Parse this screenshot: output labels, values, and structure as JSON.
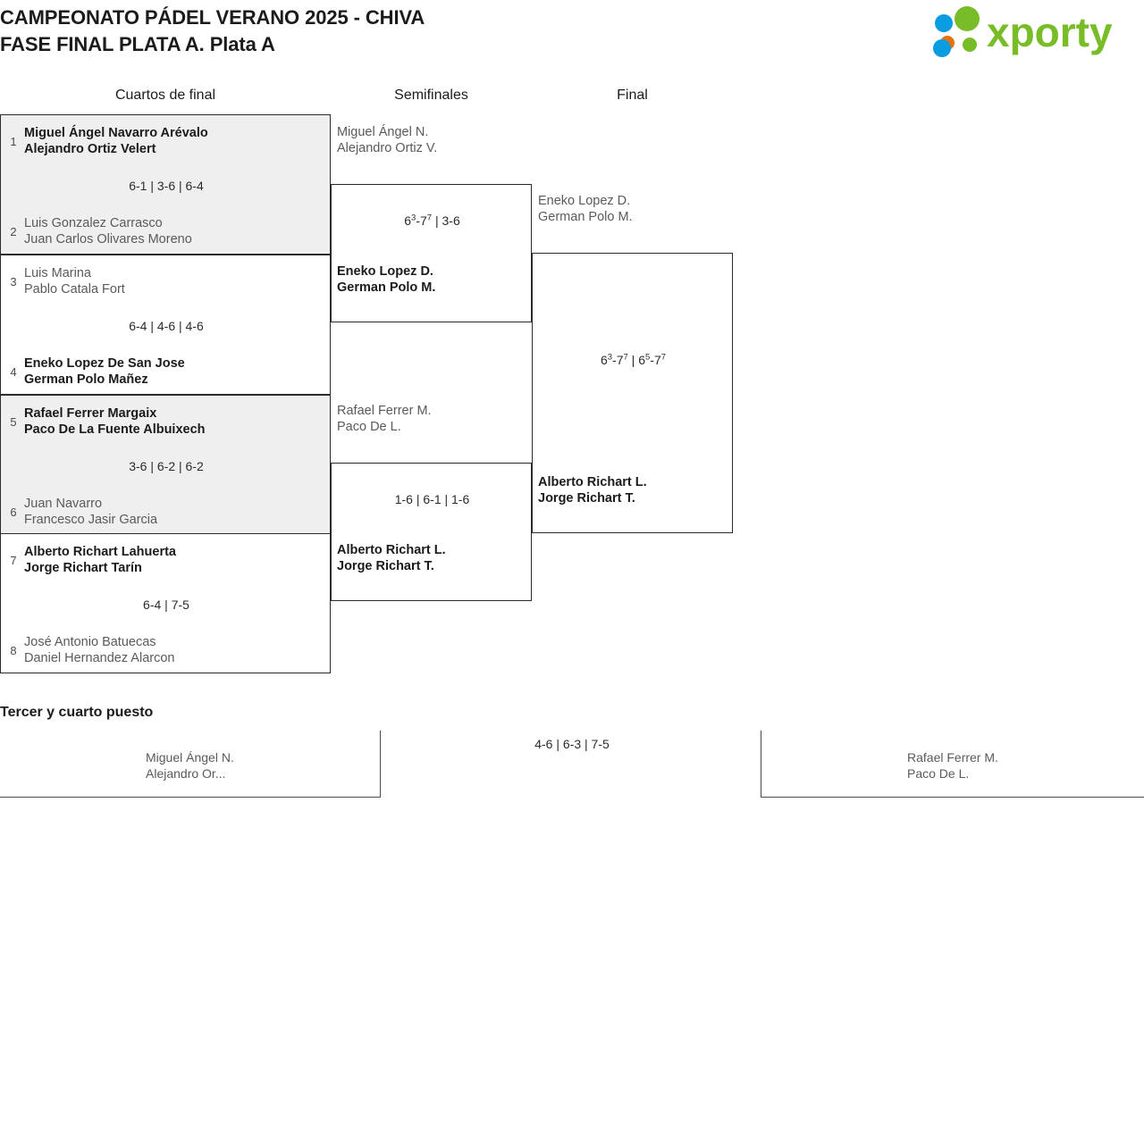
{
  "header": {
    "title": "CAMPEONATO PÁDEL VERANO 2025 - CHIVA\nFASE FINAL PLATA A. Plata A",
    "logo_name": "xporty-logo",
    "logo_text": "xporty",
    "logo_colors": {
      "green": "#78bc27",
      "orange": "#e8710a",
      "blue": "#0a9ce0"
    }
  },
  "rounds": [
    {
      "label": "Cuartos de final"
    },
    {
      "label": "Semifinales"
    },
    {
      "label": "Final"
    }
  ],
  "quarterfinals": [
    {
      "shaded": true,
      "top": {
        "seed": "1",
        "names": "Miguel Ángel Navarro Arévalo\nAlejandro Ortiz Velert",
        "winner": true
      },
      "bottom": {
        "seed": "2",
        "names": "Luis Gonzalez Carrasco\nJuan Carlos Olivares Moreno",
        "winner": false
      },
      "score": "6-1 | 3-6 | 6-4"
    },
    {
      "shaded": false,
      "top": {
        "seed": "3",
        "names": "Luis Marina\nPablo Catala Fort",
        "winner": false
      },
      "bottom": {
        "seed": "4",
        "names": "Eneko Lopez De San Jose\nGerman Polo Mañez",
        "winner": true
      },
      "score": "6-4 | 4-6 | 4-6"
    },
    {
      "shaded": true,
      "top": {
        "seed": "5",
        "names": "Rafael Ferrer Margaix\nPaco De La Fuente Albuixech",
        "winner": true
      },
      "bottom": {
        "seed": "6",
        "names": "Juan Navarro\nFrancesco Jasir Garcia",
        "winner": false
      },
      "score": "3-6 | 6-2 | 6-2"
    },
    {
      "shaded": false,
      "top": {
        "seed": "7",
        "names": "Alberto Richart Lahuerta\nJorge Richart Tarín",
        "winner": true
      },
      "bottom": {
        "seed": "8",
        "names": "José Antonio Batuecas\nDaniel Hernandez Alarcon",
        "winner": false
      },
      "score": "6-4 | 7-5"
    }
  ],
  "semifinals": [
    {
      "top": {
        "names": "Miguel Ángel N.\nAlejandro Ortiz V.",
        "winner": false
      },
      "bottom": {
        "names": "Eneko Lopez D.\nGerman Polo M.",
        "winner": true
      },
      "score_html": "6<sup>3</sup>-7<sup>7</sup> | 3-6",
      "score_text": "6(3)-7(7) | 3-6"
    },
    {
      "top": {
        "names": "Rafael Ferrer M.\nPaco De L.",
        "winner": false
      },
      "bottom": {
        "names": "Alberto Richart L.\nJorge Richart T.",
        "winner": true
      },
      "score_html": "1-6 | 6-1 | 1-6",
      "score_text": "1-6 | 6-1 | 1-6"
    }
  ],
  "final": {
    "top": {
      "names": "Eneko Lopez D.\nGerman Polo M.",
      "winner": false
    },
    "bottom": {
      "names": "Alberto Richart L.\nJorge Richart T.",
      "winner": true
    },
    "score_html": "6<sup>3</sup>-7<sup>7</sup> | 6<sup>5</sup>-7<sup>7</sup>",
    "score_text": "6(3)-7(7) | 6(5)-7(7)"
  },
  "third_place": {
    "title": "Tercer y cuarto puesto",
    "left_team": "Miguel Ángel N.\nAlejandro Or...",
    "right_team": "Rafael Ferrer M.\nPaco De L.",
    "score": "4-6 | 6-3 | 7-5"
  }
}
